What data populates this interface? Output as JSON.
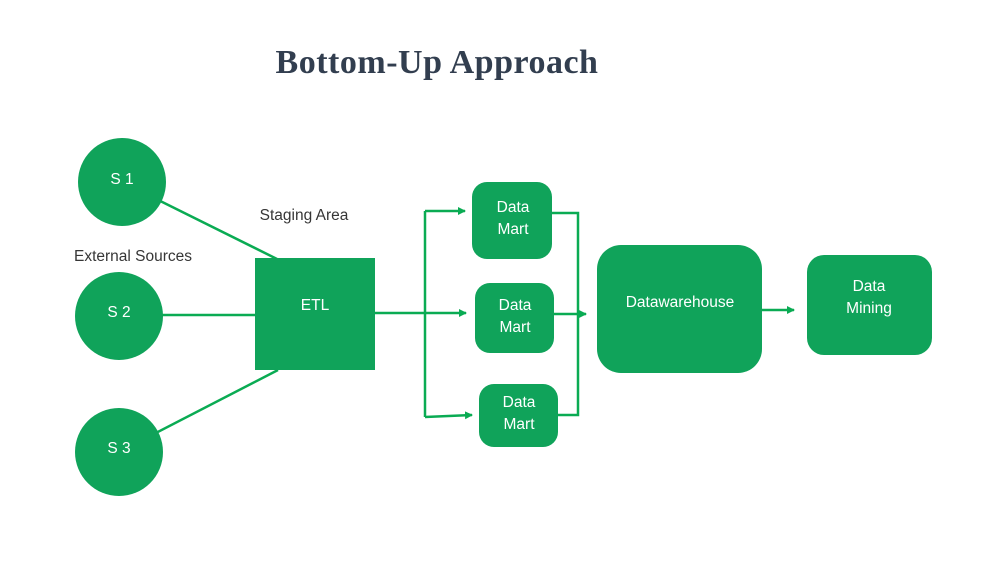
{
  "title": "Bottom-Up Approach",
  "labels": {
    "external_sources": "External Sources",
    "staging_area": "Staging Area"
  },
  "nodes": {
    "s1": {
      "label": "S 1",
      "shape": "circle"
    },
    "s2": {
      "label": "S 2",
      "shape": "circle"
    },
    "s3": {
      "label": "S 3",
      "shape": "circle"
    },
    "etl": {
      "label": "ETL",
      "shape": "square"
    },
    "data_mart_1": {
      "label": "Data\nMart",
      "shape": "rounded-rect"
    },
    "data_mart_2": {
      "label": "Data\nMart",
      "shape": "rounded-rect"
    },
    "data_mart_3": {
      "label": "Data\nMart",
      "shape": "rounded-rect"
    },
    "datawarehouse": {
      "label": "Datawarehouse",
      "shape": "rounded-rect"
    },
    "data_mining": {
      "label": "Data\nMining",
      "shape": "rounded-rect"
    }
  },
  "edges": [
    {
      "from": "s1",
      "to": "etl",
      "arrow": false
    },
    {
      "from": "s2",
      "to": "etl",
      "arrow": false
    },
    {
      "from": "s3",
      "to": "etl",
      "arrow": false
    },
    {
      "from": "etl",
      "to": "data_mart_1",
      "arrow": true
    },
    {
      "from": "etl",
      "to": "data_mart_2",
      "arrow": true
    },
    {
      "from": "etl",
      "to": "data_mart_3",
      "arrow": true
    },
    {
      "from": "data_mart_1",
      "to": "datawarehouse",
      "arrow": true
    },
    {
      "from": "data_mart_2",
      "to": "datawarehouse",
      "arrow": true
    },
    {
      "from": "data_mart_3",
      "to": "datawarehouse",
      "arrow": true
    },
    {
      "from": "datawarehouse",
      "to": "data_mining",
      "arrow": true
    }
  ],
  "colors": {
    "shape-green": "#10a35a",
    "line-green": "#0aab53",
    "title-color": "#323e4f",
    "label-color": "#363636",
    "shape-text": "#ffffff",
    "background": "#ffffff"
  }
}
